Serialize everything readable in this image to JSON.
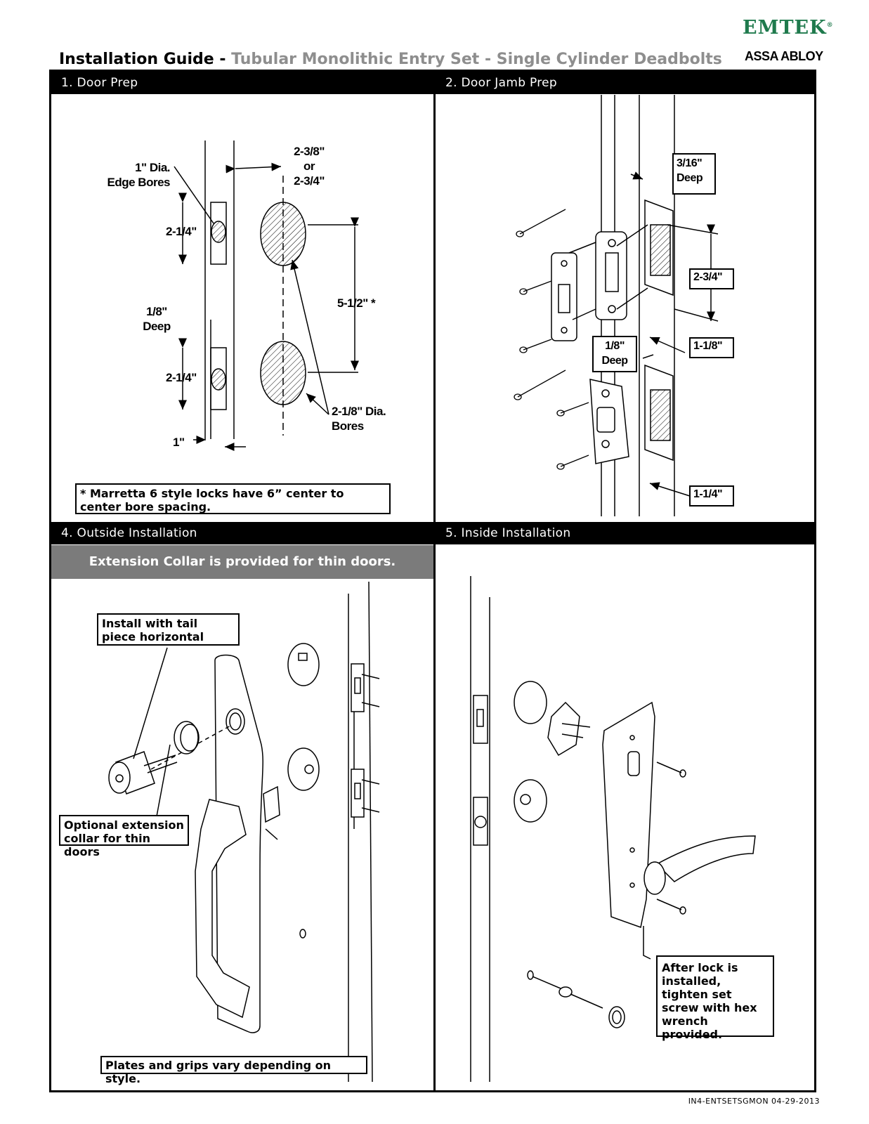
{
  "brand": {
    "name": "EMTEK",
    "mark": "®",
    "parent": "ASSA ABLOY"
  },
  "title": {
    "main": "Installation Guide - ",
    "sub": "Tubular Monolithic Entry Set - Single Cylinder Deadbolts"
  },
  "steps": {
    "door_prep": {
      "label": "1. Door Prep",
      "edge_bores": "1\" Dia.\nEdge Bores",
      "backset": "2-3/8\"\nor\n2-3/4\"",
      "upper_height": "2-1/4\"",
      "mortise_depth": "1/8\"\nDeep",
      "spacing": "5-1/2\" *",
      "lower_height": "2-1/4\"",
      "face_bores": "2-1/8\" Dia.\nBores",
      "width": "1\"",
      "note": "* Marretta 6 style locks have 6” center to center bore spacing."
    },
    "jamb_prep": {
      "label": "2. Door Jamb Prep",
      "strike_depth": "3/16\"\nDeep",
      "height": "2-3/4\"",
      "latch_depth": "1/8\"\nDeep",
      "offset_upper": "1-1/8\"",
      "offset_lower": "1-1/4\""
    },
    "outside": {
      "label": "4. Outside Installation",
      "banner": "Extension Collar is provided for thin doors.",
      "tail_note": "Install with tail piece horizontal",
      "collar_note": "Optional extension collar for thin doors",
      "style_note": "Plates and grips vary depending on style."
    },
    "inside": {
      "label": "5. Inside Installation",
      "set_screw_note": "After lock is installed, tighten set screw with hex wrench provided."
    }
  },
  "footer": {
    "doc_code": "IN4-ENTSETSGMON  04-29-2013"
  },
  "colors": {
    "brand_green": "#1f7a4d",
    "banner_gray": "#7b7b7b",
    "subtitle_gray": "#8e8e8e"
  }
}
